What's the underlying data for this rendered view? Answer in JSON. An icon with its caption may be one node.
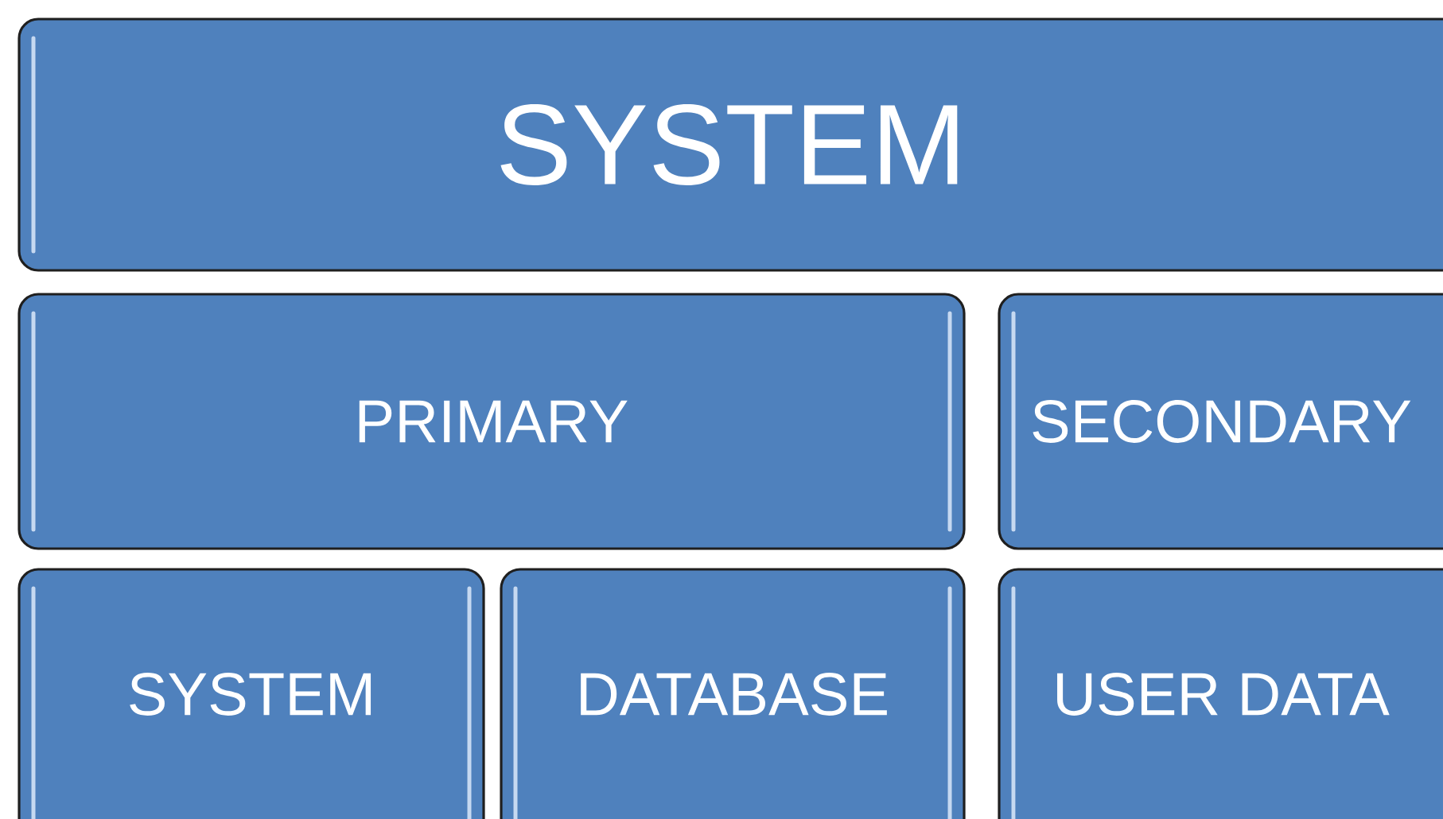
{
  "diagram": {
    "nodes": [
      {
        "text": [
          "SYSTEM"
        ]
      },
      {
        "text": [
          "PRIMARY"
        ]
      },
      {
        "text": [
          "SECONDARY"
        ]
      },
      {
        "text": [
          "SYSTEM"
        ]
      },
      {
        "text": [
          "DATABASE"
        ]
      },
      {
        "text": [
          "USER DATA"
        ]
      }
    ]
  }
}
